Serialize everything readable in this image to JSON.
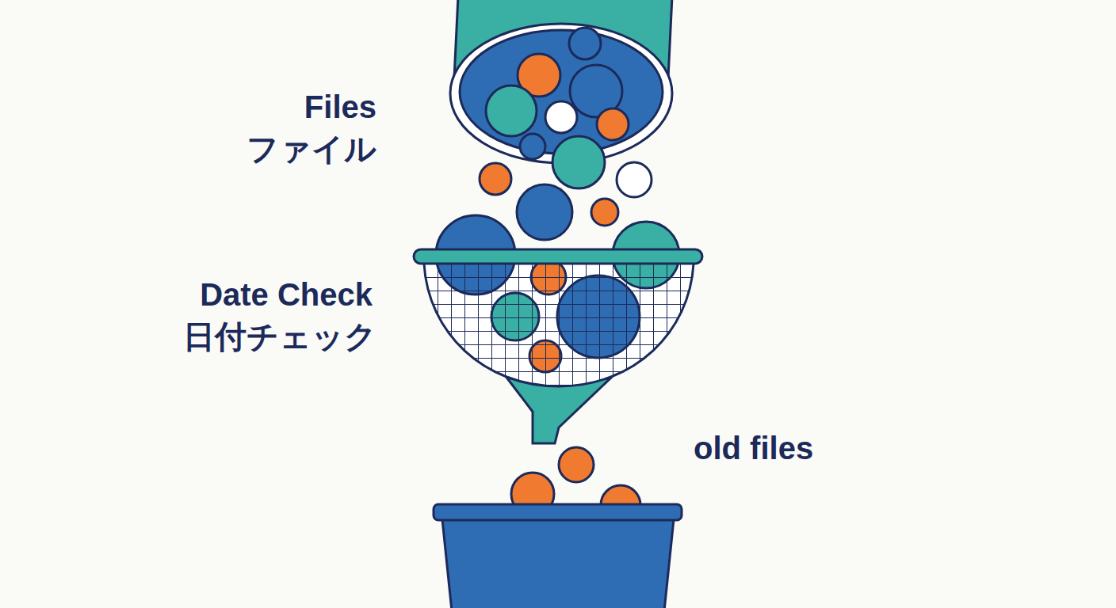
{
  "diagram": {
    "labels": [
      "Files",
      "ファイル",
      "Date Check",
      "日付チェック",
      "old files"
    ]
  }
}
